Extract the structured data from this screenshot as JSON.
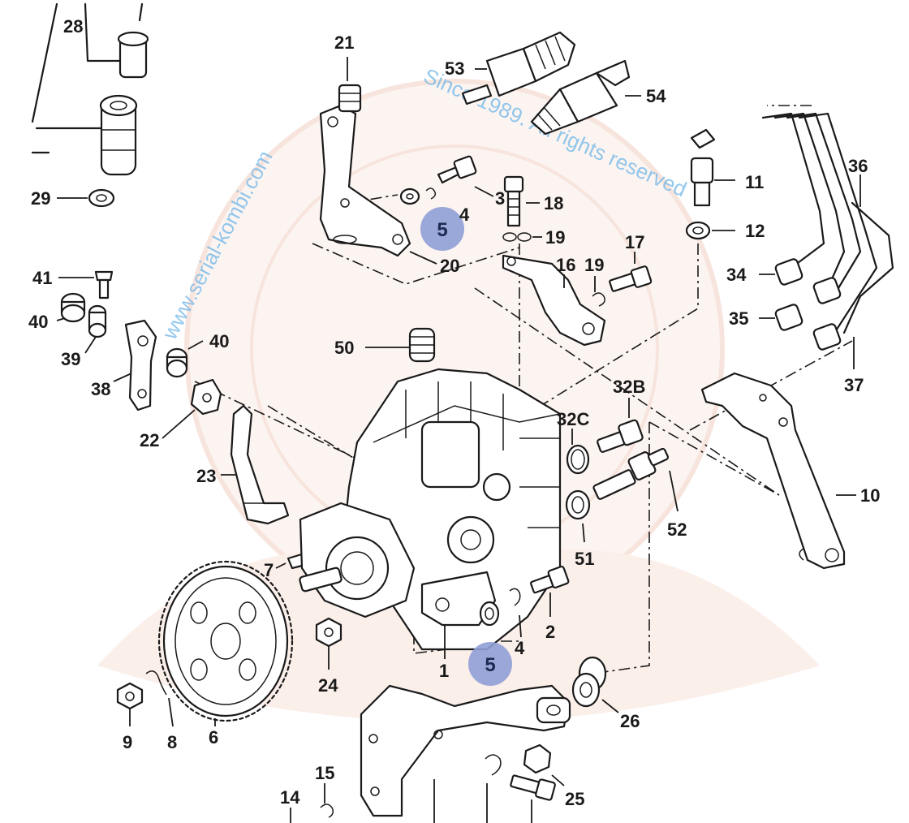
{
  "watermark": {
    "line1": "www.serial-kombi.com",
    "line2": "Since 1989. All rights reserved"
  },
  "colors": {
    "line": "#1a1a1a",
    "badge_fill": "#8f9fd6",
    "badge_text": "#1f2a52",
    "watermark": "#6fb6e8",
    "seal": "#f3d6cc"
  },
  "highlighted_label": "5",
  "callouts": [
    {
      "id": "c28",
      "text": "28"
    },
    {
      "id": "c29",
      "text": "29"
    },
    {
      "id": "c21",
      "text": "21"
    },
    {
      "id": "c53",
      "text": "53"
    },
    {
      "id": "c54",
      "text": "54"
    },
    {
      "id": "c3",
      "text": "3"
    },
    {
      "id": "c4a",
      "text": "4"
    },
    {
      "id": "c18",
      "text": "18"
    },
    {
      "id": "c19a",
      "text": "19"
    },
    {
      "id": "c20",
      "text": "20"
    },
    {
      "id": "c11",
      "text": "11"
    },
    {
      "id": "c12",
      "text": "12"
    },
    {
      "id": "c36",
      "text": "36"
    },
    {
      "id": "c17",
      "text": "17"
    },
    {
      "id": "c16",
      "text": "16"
    },
    {
      "id": "c19b",
      "text": "19"
    },
    {
      "id": "c34",
      "text": "34"
    },
    {
      "id": "c35",
      "text": "35"
    },
    {
      "id": "c37",
      "text": "37"
    },
    {
      "id": "c41",
      "text": "41"
    },
    {
      "id": "c40a",
      "text": "40"
    },
    {
      "id": "c39",
      "text": "39"
    },
    {
      "id": "c38",
      "text": "38"
    },
    {
      "id": "c40b",
      "text": "40"
    },
    {
      "id": "c50",
      "text": "50"
    },
    {
      "id": "c22",
      "text": "22"
    },
    {
      "id": "c32b",
      "text": "32B"
    },
    {
      "id": "c32c",
      "text": "32C"
    },
    {
      "id": "c23",
      "text": "23"
    },
    {
      "id": "c10",
      "text": "10"
    },
    {
      "id": "c52",
      "text": "52"
    },
    {
      "id": "c51",
      "text": "51"
    },
    {
      "id": "c7",
      "text": "7"
    },
    {
      "id": "c2",
      "text": "2"
    },
    {
      "id": "c4b",
      "text": "4"
    },
    {
      "id": "c1",
      "text": "1"
    },
    {
      "id": "c24",
      "text": "24"
    },
    {
      "id": "c26",
      "text": "26"
    },
    {
      "id": "c9",
      "text": "9"
    },
    {
      "id": "c8",
      "text": "8"
    },
    {
      "id": "c6",
      "text": "6"
    },
    {
      "id": "c15",
      "text": "15"
    },
    {
      "id": "c14",
      "text": "14"
    },
    {
      "id": "c25",
      "text": "25"
    }
  ]
}
